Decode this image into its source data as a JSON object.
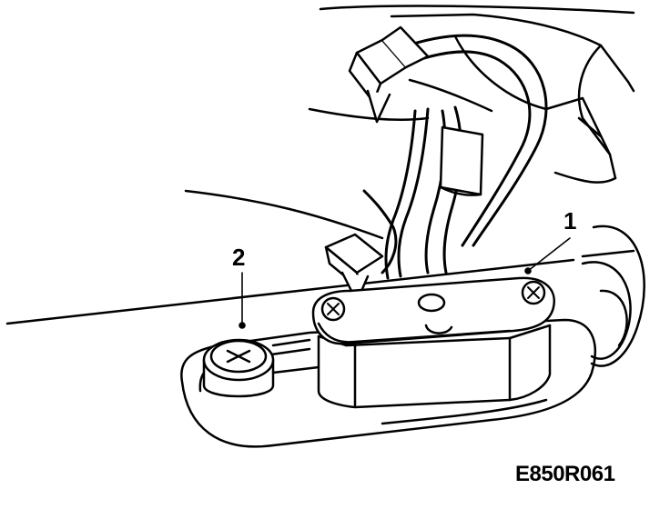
{
  "callouts": [
    {
      "id": "1",
      "label": "1"
    },
    {
      "id": "2",
      "label": "2"
    }
  ],
  "figure_code": "E850R061",
  "colors": {
    "ink": "#000000",
    "paper": "#ffffff"
  }
}
